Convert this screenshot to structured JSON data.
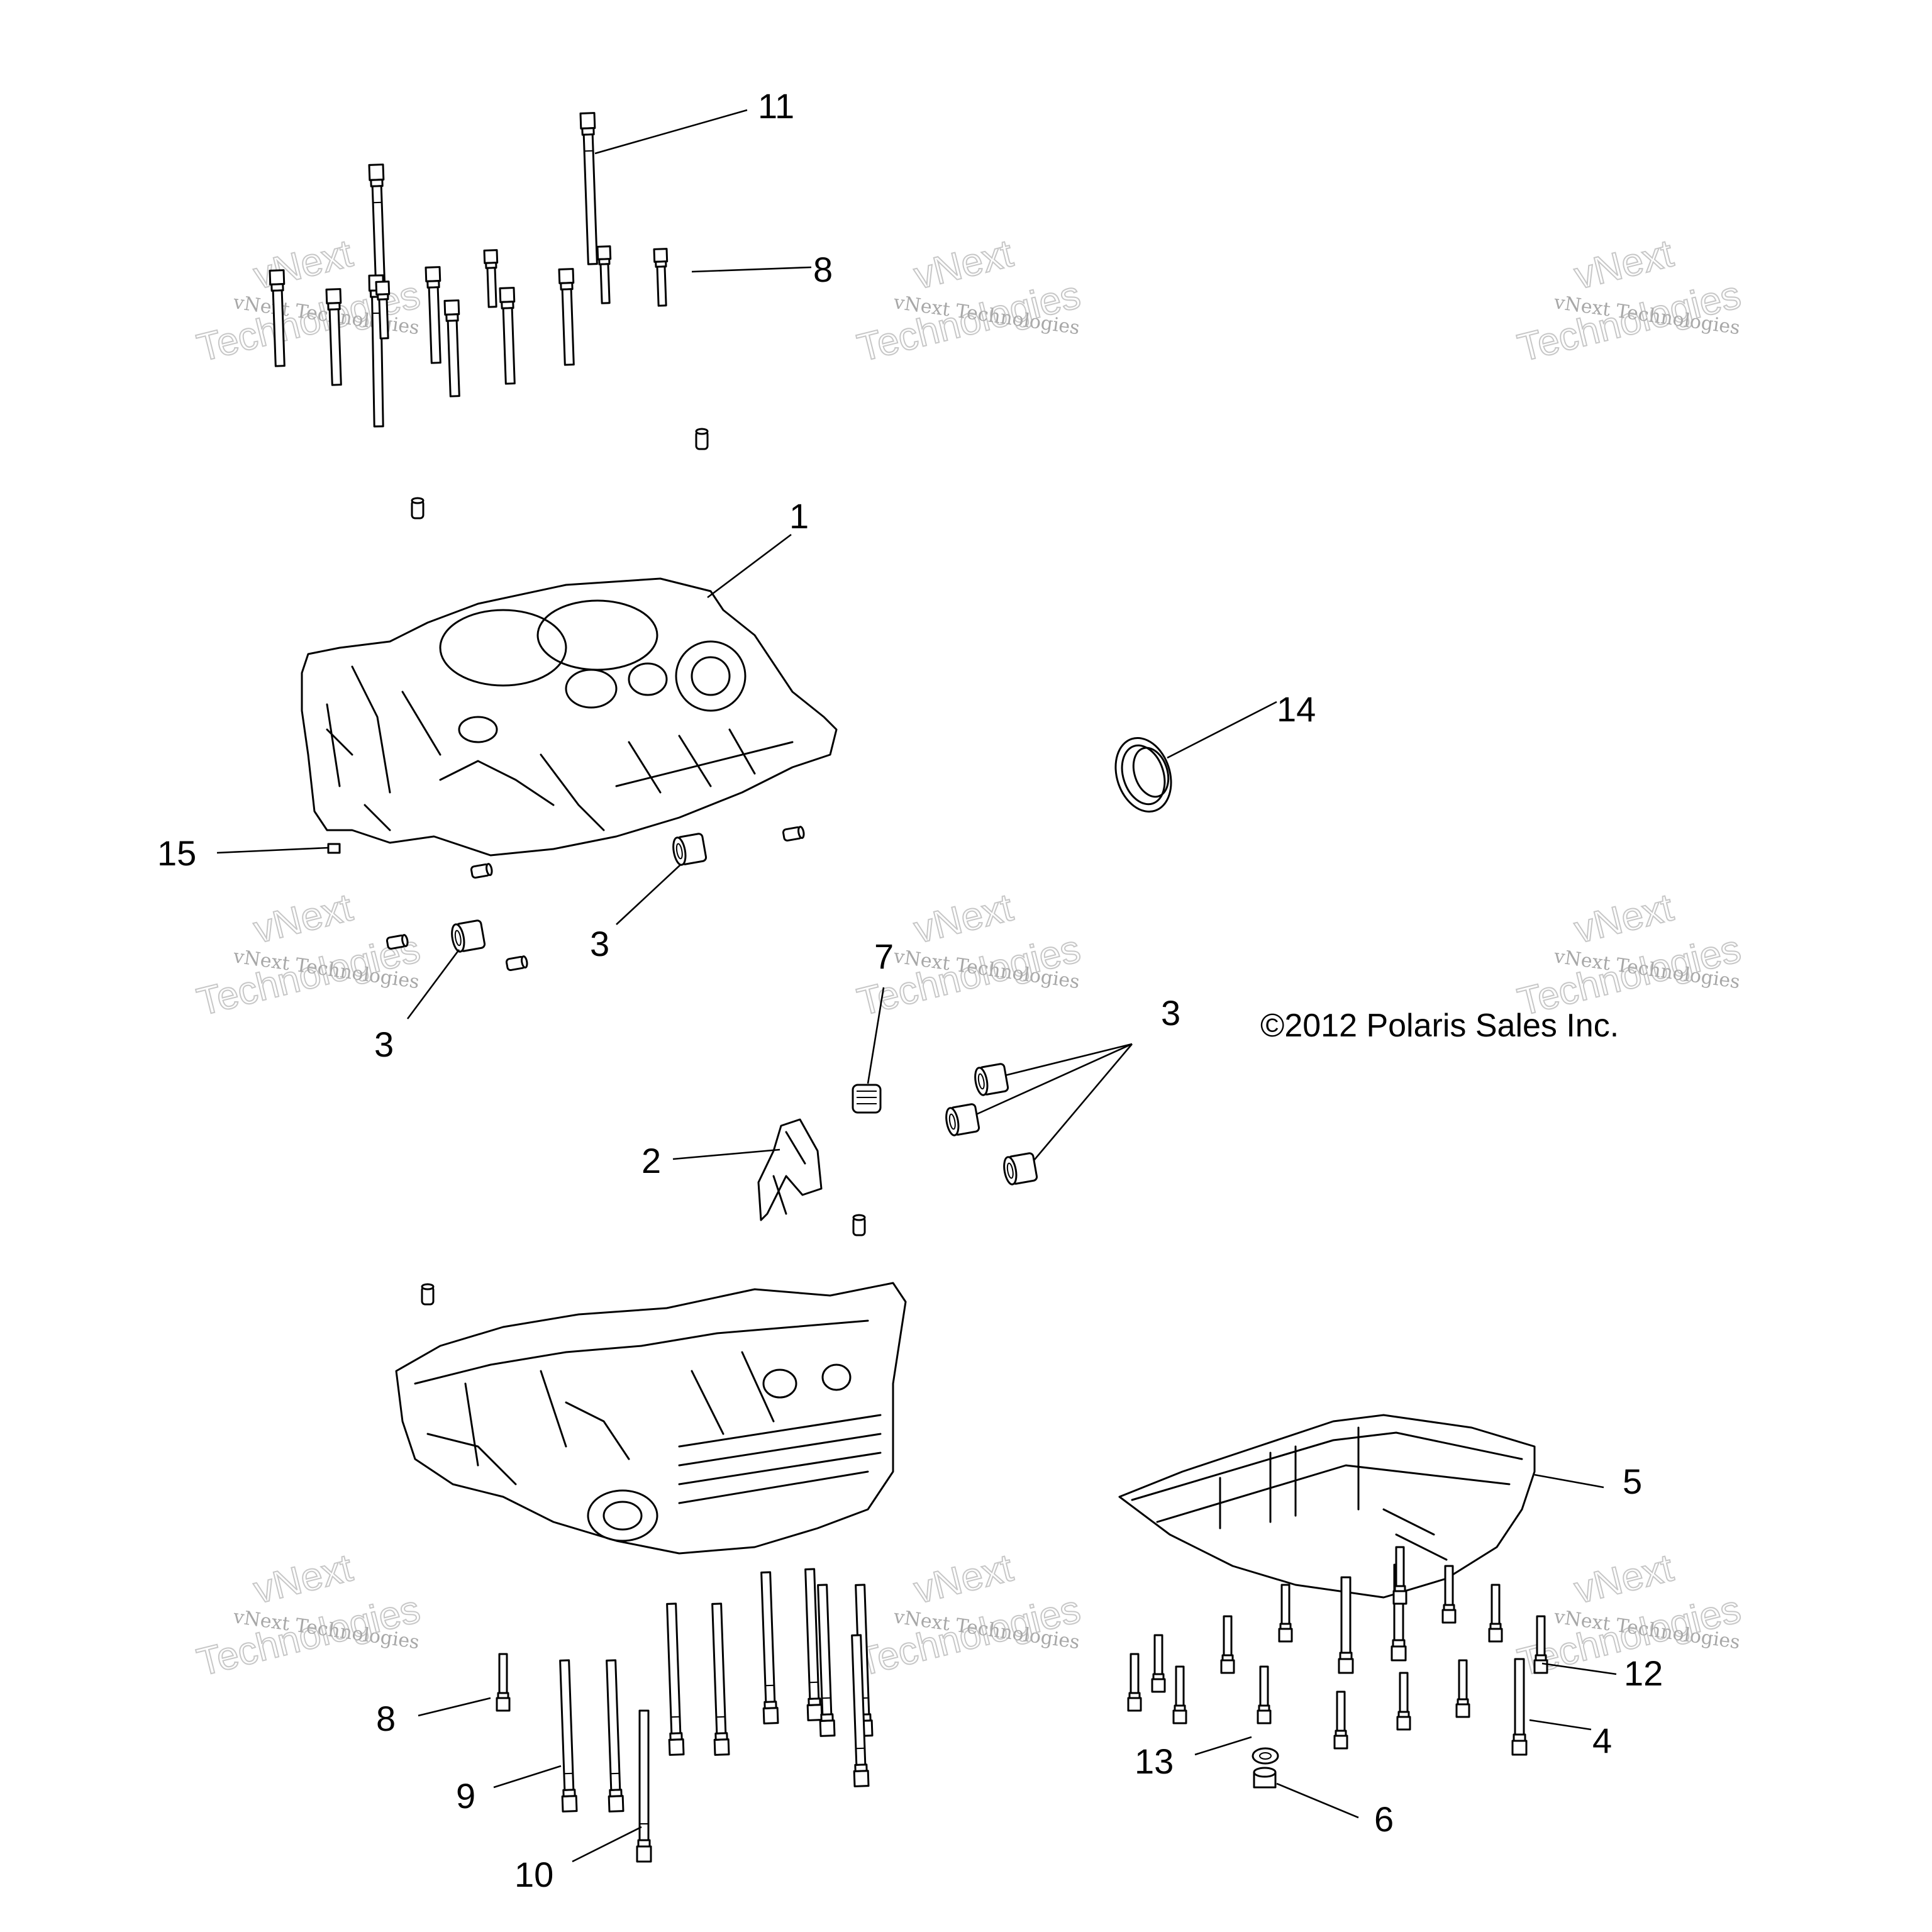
{
  "diagram": {
    "callouts": {
      "c1": "1",
      "c2": "2",
      "c3a": "3",
      "c3b": "3",
      "c3c": "3",
      "c4": "4",
      "c5": "5",
      "c6": "6",
      "c7": "7",
      "c8a": "8",
      "c8b": "8",
      "c9": "9",
      "c10": "10",
      "c11": "11",
      "c12": "12",
      "c13": "13",
      "c14": "14",
      "c15": "15"
    },
    "copyright": "©2012 Polaris Sales Inc.",
    "watermark": {
      "line1": "vNext",
      "line2": "vNext Technologies",
      "line3": "Technologies"
    }
  }
}
